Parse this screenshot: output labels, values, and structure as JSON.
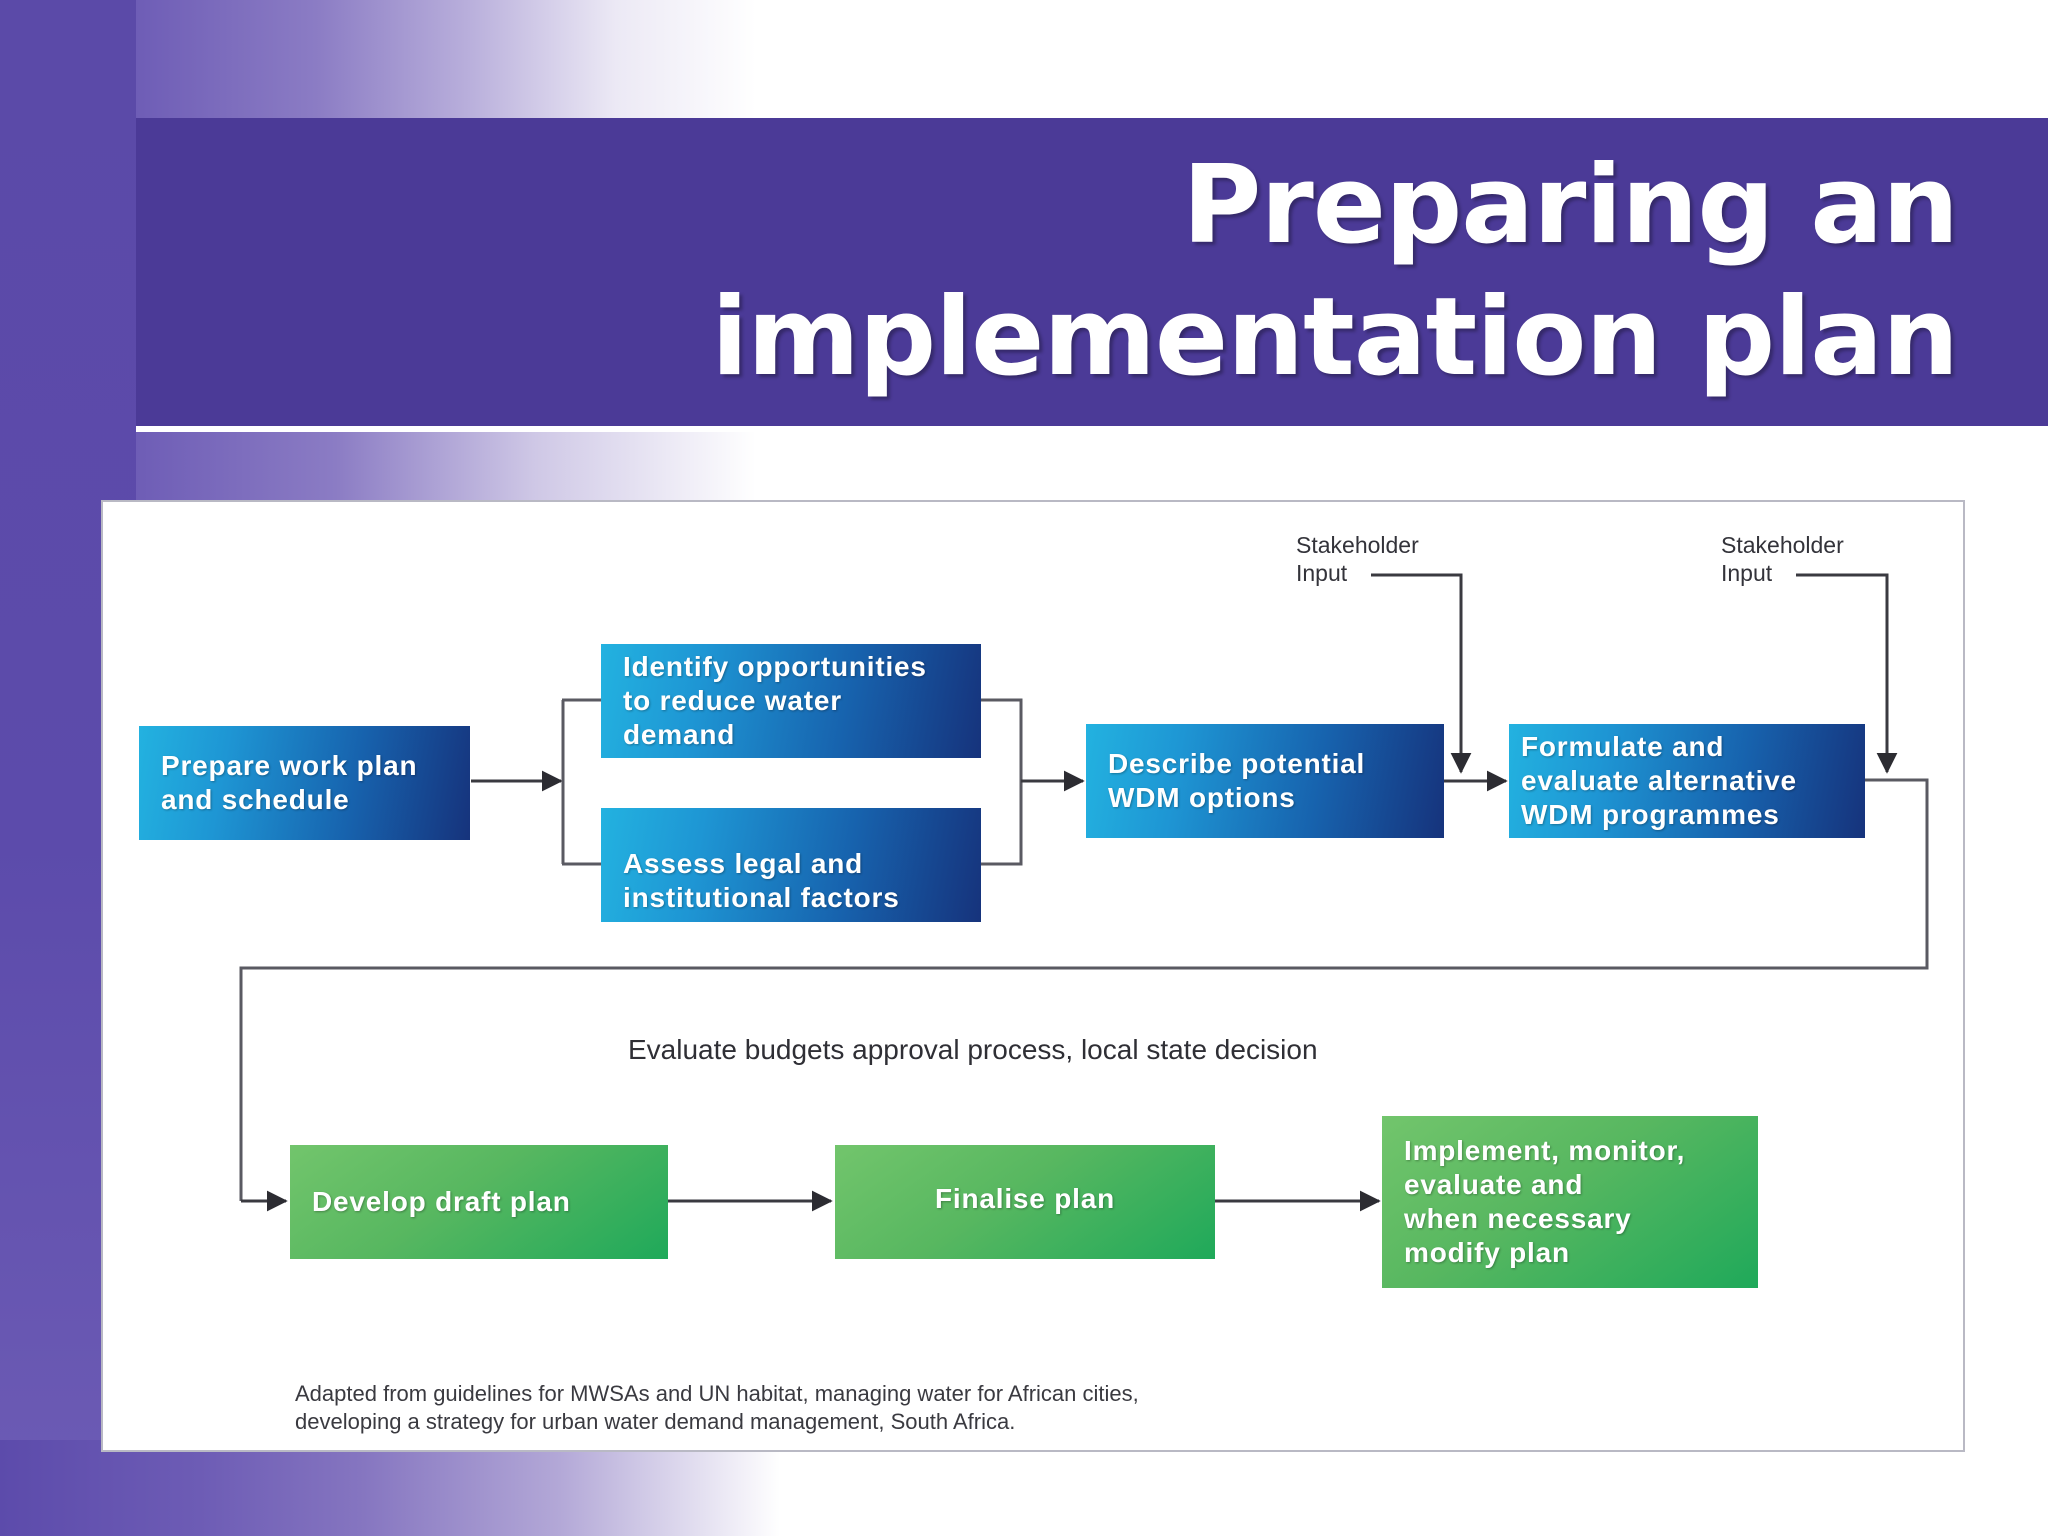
{
  "slide": {
    "title_lines": [
      "Preparing an",
      "implementation plan"
    ],
    "accent_purple": "#4b3a97",
    "panel_border": "#b9b9c4"
  },
  "diagram": {
    "type": "flowchart",
    "box_colors": {
      "blue_start": "#23b2e0",
      "blue_end": "#16337c",
      "green_start": "#6dc46a",
      "green_end": "#25ae5a"
    },
    "nodes": [
      {
        "id": "prepare",
        "label": "Prepare work plan\nand schedule",
        "color": "blue"
      },
      {
        "id": "identify",
        "label": "Identify opportunities\nto reduce water\ndemand",
        "color": "blue"
      },
      {
        "id": "assess",
        "label": "Assess legal and\ninstitutional factors",
        "color": "blue"
      },
      {
        "id": "describe",
        "label": "Describe potential\nWDM options",
        "color": "blue"
      },
      {
        "id": "formulate",
        "label": "Formulate and\nevaluate alternative\nWDM programmes",
        "color": "blue"
      },
      {
        "id": "develop",
        "label": "Develop draft plan",
        "color": "green"
      },
      {
        "id": "finalise",
        "label": "Finalise plan",
        "color": "green"
      },
      {
        "id": "implement",
        "label": "Implement, monitor,\nevaluate and\nwhen necessary\nmodify plan",
        "color": "green"
      }
    ],
    "annotations": [
      {
        "id": "stakeholder-1",
        "label": "Stakeholder\nInput"
      },
      {
        "id": "stakeholder-2",
        "label": "Stakeholder\nInput"
      }
    ],
    "mid_note": "Evaluate budgets approval process, local state decision",
    "caption": "Adapted from guidelines for MWSAs and UN habitat, managing water for African cities,\ndeveloping a strategy for urban water demand management, South Africa."
  }
}
